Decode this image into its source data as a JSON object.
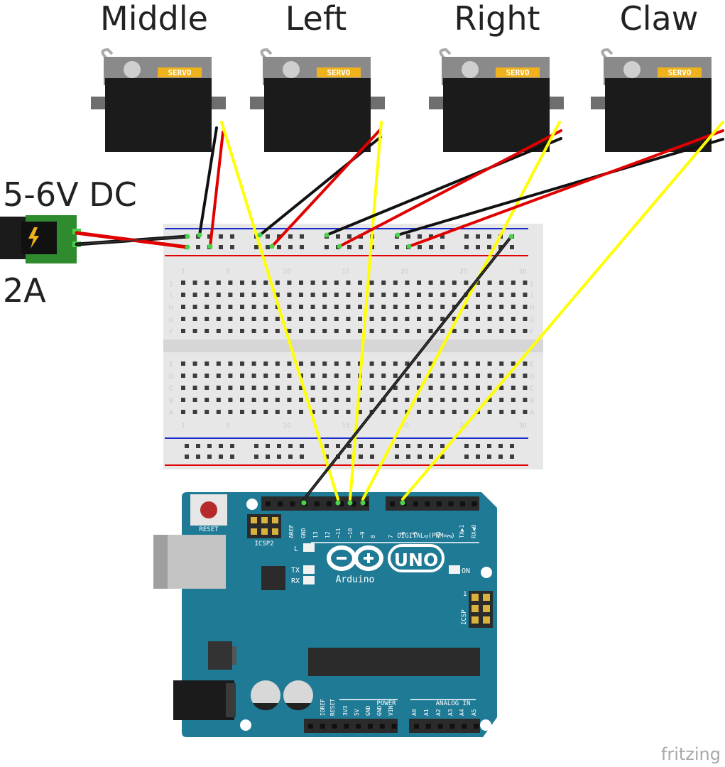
{
  "servos": [
    {
      "name": "Middle",
      "badge": "SERVO"
    },
    {
      "name": "Left",
      "badge": "SERVO"
    },
    {
      "name": "Right",
      "badge": "SERVO"
    },
    {
      "name": "Claw",
      "badge": "SERVO"
    }
  ],
  "power": {
    "voltage": "5-6V DC",
    "current": "2A"
  },
  "breadboard": {
    "col_numbers": [
      "1",
      "5",
      "10",
      "15",
      "20",
      "25",
      "30"
    ],
    "rows_top": [
      "J",
      "I",
      "H",
      "G",
      "F"
    ],
    "rows_bottom": [
      "E",
      "D",
      "C",
      "B",
      "A"
    ]
  },
  "arduino": {
    "reset": "RESET",
    "icsp2": "ICSP2",
    "pins_left": [
      "AREF",
      "GND",
      "13",
      "12",
      "~11",
      "~10",
      "~9",
      "8"
    ],
    "pins_right": [
      "7",
      "~6",
      "~5",
      "4",
      "~3",
      "2",
      "TX▶1",
      "RX◀0"
    ],
    "digital": "DIGITAL (PWM=~)",
    "led_l": "L",
    "led_tx": "TX",
    "led_rx": "RX",
    "on": "ON",
    "brand": "Arduino",
    "model": "UNO",
    "icsp": "ICSP",
    "icsp_one": "1",
    "power_pins": [
      "IOREF",
      "RESET",
      "3V3",
      "5V",
      "GND",
      "GND",
      "VIN"
    ],
    "power_label": "POWER",
    "analog_pins": [
      "A0",
      "A1",
      "A2",
      "A3",
      "A4",
      "A5"
    ],
    "analog_label": "ANALOG IN"
  },
  "watermark": "fritzing",
  "colors": {
    "wire_signal": "#ffff00",
    "wire_power": "#e00000",
    "wire_ground": "#111111",
    "board": "#1f7a96",
    "breadboard": "#e7e7e7",
    "servo_body": "#1b1b1b",
    "servo_badge": "#f0b21a"
  }
}
